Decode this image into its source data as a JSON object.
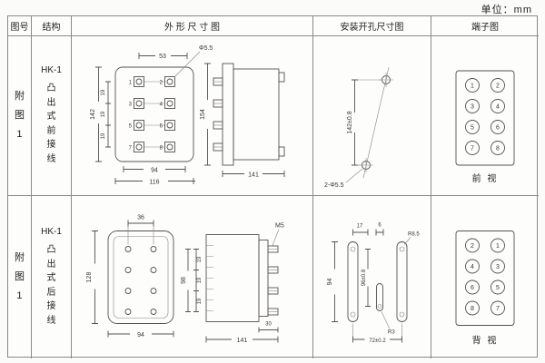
{
  "page": {
    "unit_label": "单位：mm"
  },
  "headers": {
    "fig": "图号",
    "struct": "结构",
    "outline": "外 形 尺 寸 图",
    "install": "安装开孔尺寸图",
    "terminal": "端子图"
  },
  "row1": {
    "fig_no": "附图1",
    "struct_model": "HK-1",
    "struct_type": "凸出式前接线",
    "outline": {
      "dim_top_width": "53",
      "dim_hole": "Φ5.5",
      "dim_height": "142",
      "dim_pitch1": "19",
      "dim_pitch2": "19",
      "dim_pitch3": "19",
      "dim_bottom_inner": "94",
      "dim_bottom_total": "116",
      "terminals": [
        "1",
        "2",
        "3",
        "4",
        "5",
        "6",
        "7",
        "8"
      ],
      "side_height": "154",
      "side_depth": "141"
    },
    "install": {
      "dim_height": "142±0.8",
      "holes": "2-Φ5.5"
    },
    "terminal": {
      "numbers": [
        [
          "1",
          "2"
        ],
        [
          "3",
          "4"
        ],
        [
          "5",
          "6"
        ],
        [
          "7",
          "8"
        ]
      ],
      "view_label": "前 视"
    }
  },
  "row2": {
    "fig_no": "附图1",
    "struct_model": "HK-1",
    "struct_type": "凸出式后接线",
    "outline": {
      "dim_top_width": "36",
      "dim_height": "128",
      "dim_bottom": "94",
      "screw": "M5",
      "dim_stud_height": "98",
      "dim_pitch1": "19",
      "dim_pitch2": "19",
      "dim_pitch3": "19",
      "dim_stud_bottom": "30",
      "side_depth": "141"
    },
    "install": {
      "dim_top_left": "17",
      "dim_top_mid": "6",
      "radius_slot": "R8.5",
      "dim_slot_height": "94",
      "dim_mid_height": "96±0.8",
      "radius_mid": "R3",
      "dim_width": "72±0.2"
    },
    "terminal": {
      "numbers": [
        [
          "2",
          "1"
        ],
        [
          "4",
          "3"
        ],
        [
          "6",
          "5"
        ],
        [
          "8",
          "7"
        ]
      ],
      "view_label": "背 视"
    }
  }
}
